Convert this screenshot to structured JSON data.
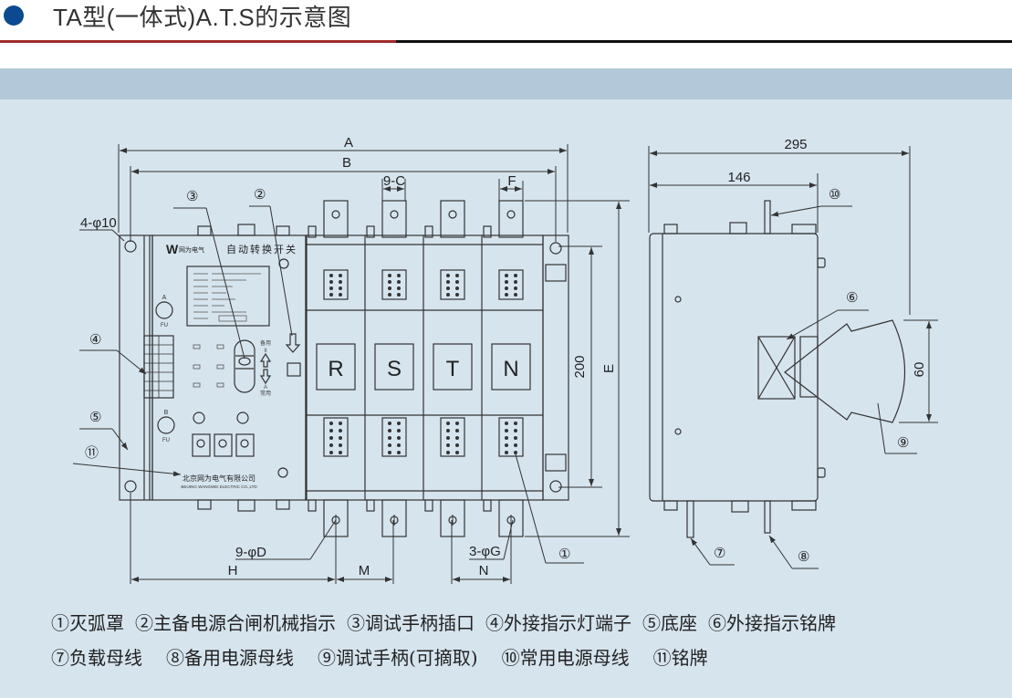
{
  "header": {
    "title": "TA型(一体式)A.T.S的示意图",
    "colors": {
      "bullet": "#0b4a8f",
      "rule_accent": "#a02a2a",
      "band": "#b3c9d9",
      "panel": "#d6e4ee"
    }
  },
  "front_view": {
    "dimensions": {
      "A": "A",
      "B": "B",
      "C": "9-C",
      "F": "F",
      "E": "E",
      "height_200": "200",
      "mount_holes": "4-φ10",
      "busbar_holes": "9-φD",
      "small_holes": "3-φG",
      "H": "H",
      "M": "M",
      "N": "N"
    },
    "callouts": {
      "c1": "①",
      "c2": "②",
      "c3": "③",
      "c4": "④",
      "c5": "⑤",
      "c11": "⑪"
    },
    "panel": {
      "logo_text": "网为电气",
      "product_name": "自动转换开关",
      "fuse_a": "A",
      "fuse_b": "B",
      "fu": "FU",
      "standby": "备用",
      "common": "常用",
      "position_a": "A",
      "position_ii": "II",
      "company_cn": "北京网为电气有限公司",
      "company_en": "BEIJING WANGWEI ELECTRIC CO.,LTD"
    },
    "phases": [
      "R",
      "S",
      "T",
      "N"
    ]
  },
  "side_view": {
    "dimensions": {
      "depth_total": "295",
      "depth_body": "146",
      "handle_span": "60"
    },
    "callouts": {
      "c6": "⑥",
      "c7": "⑦",
      "c8": "⑧",
      "c9": "⑨",
      "c10": "⑩"
    }
  },
  "legend": {
    "row1": [
      "①灭弧罩",
      "②主备电源合闸机械指示",
      "③调试手柄插口",
      "④外接指示灯端子",
      "⑤底座",
      "⑥外接指示铭牌"
    ],
    "row2": [
      "⑦负载母线",
      "⑧备用电源母线",
      "⑨调试手柄(可摘取)",
      "⑩常用电源母线",
      "⑪铭牌"
    ]
  }
}
